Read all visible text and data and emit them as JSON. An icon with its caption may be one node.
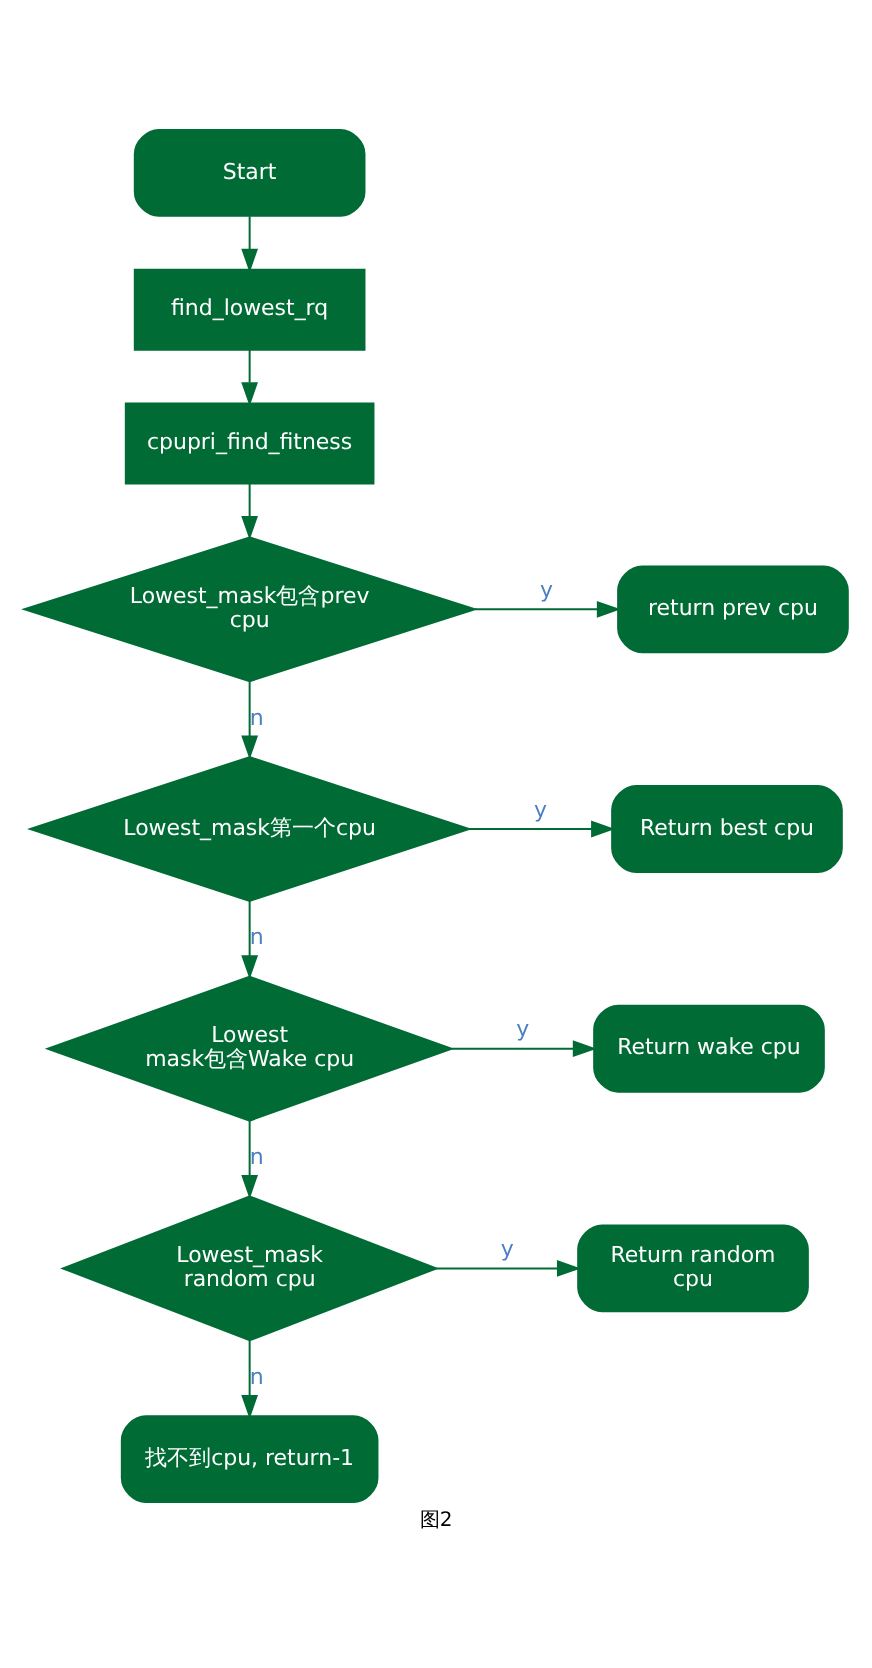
{
  "diagram": {
    "caption": "图2",
    "nodes": [
      {
        "text": [
          "Start"
        ]
      },
      {
        "text": [
          "find_lowest_rq"
        ]
      },
      {
        "text": [
          "cpupri_find_fitness"
        ]
      },
      {
        "text": [
          "Lowest_mask包含prev cpu"
        ]
      },
      {
        "text": [
          "return prev cpu"
        ]
      },
      {
        "text": [
          "Lowest_mask第一个cpu"
        ]
      },
      {
        "text": [
          "Return best cpu"
        ]
      },
      {
        "text": [
          "Lowest mask包含Wake cpu"
        ]
      },
      {
        "text": [
          "Return wake cpu"
        ]
      },
      {
        "text": [
          "Lowest_mask random cpu"
        ]
      },
      {
        "text": [
          "Return random cpu"
        ]
      },
      {
        "text": [
          "找不到cpu, return-1"
        ]
      }
    ],
    "edges": [
      {
        "from": 0,
        "to": 1,
        "arrow": "to"
      },
      {
        "from": 1,
        "to": 2,
        "arrow": "to"
      },
      {
        "from": 2,
        "to": 3,
        "arrow": "to"
      },
      {
        "from": 3,
        "to": 4,
        "arrow": "to",
        "label": "y"
      },
      {
        "from": 3,
        "to": 5,
        "arrow": "to",
        "label": "n"
      },
      {
        "from": 5,
        "to": 6,
        "arrow": "to",
        "label": "y"
      },
      {
        "from": 5,
        "to": 7,
        "arrow": "to",
        "label": "n"
      },
      {
        "from": 7,
        "to": 8,
        "arrow": "to",
        "label": "y"
      },
      {
        "from": 7,
        "to": 9,
        "arrow": "to",
        "label": "n"
      },
      {
        "from": 9,
        "to": 10,
        "arrow": "to",
        "label": "y"
      },
      {
        "from": 9,
        "to": 11,
        "arrow": "to",
        "label": "n"
      }
    ]
  }
}
